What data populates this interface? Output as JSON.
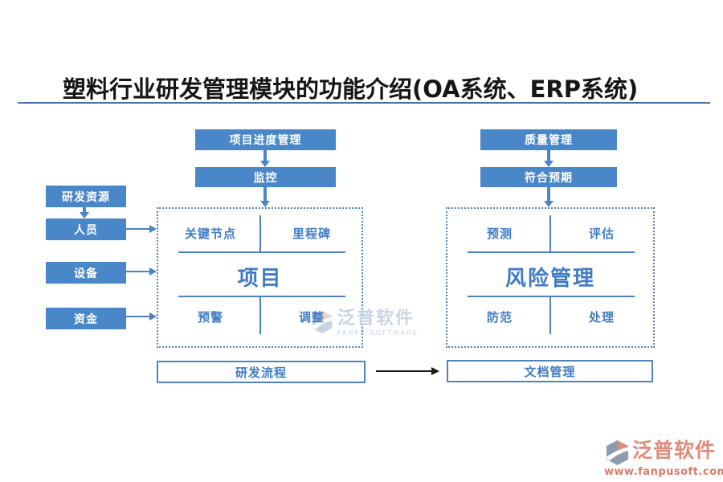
{
  "page": {
    "title": "塑料行业研发管理模块的功能介绍(OA系统、ERP系统)"
  },
  "colors": {
    "primary_blue": "#4A87C9",
    "line_blue": "#4E81BD",
    "text_blue": "#3F7CC4",
    "rule_blue": "#4A6FA5",
    "arrow_black": "#1A1A1A",
    "wm_blue": "#C9D4E3",
    "wm_salmon": "#F0D2CA",
    "logo_salmon": "#E18A7A",
    "logo_url_red": "#DE7A69",
    "logo_gray": "#8C9AB2"
  },
  "resources": {
    "header": "研发资源",
    "items": [
      "人员",
      "设备",
      "资金"
    ]
  },
  "progress_flow": {
    "top": "项目进度管理",
    "monitor": "监控",
    "matrix": {
      "top_left": "关键节点",
      "top_right": "里程碑",
      "center": "项目",
      "bottom_left": "预警",
      "bottom_right": "调整"
    },
    "footer": "研发流程"
  },
  "quality_flow": {
    "top": "质量管理",
    "monitor": "符合预期",
    "matrix": {
      "top_left": "预测",
      "top_right": "评估",
      "center": "风险管理",
      "bottom_left": "防范",
      "bottom_right": "处理"
    },
    "footer": "文档管理"
  },
  "watermark": {
    "brand": "泛普软件",
    "brand_en": "FANPU SOFTWARE"
  },
  "logo": {
    "brand": "泛普软件",
    "url": "www.fanpusoft.com"
  }
}
